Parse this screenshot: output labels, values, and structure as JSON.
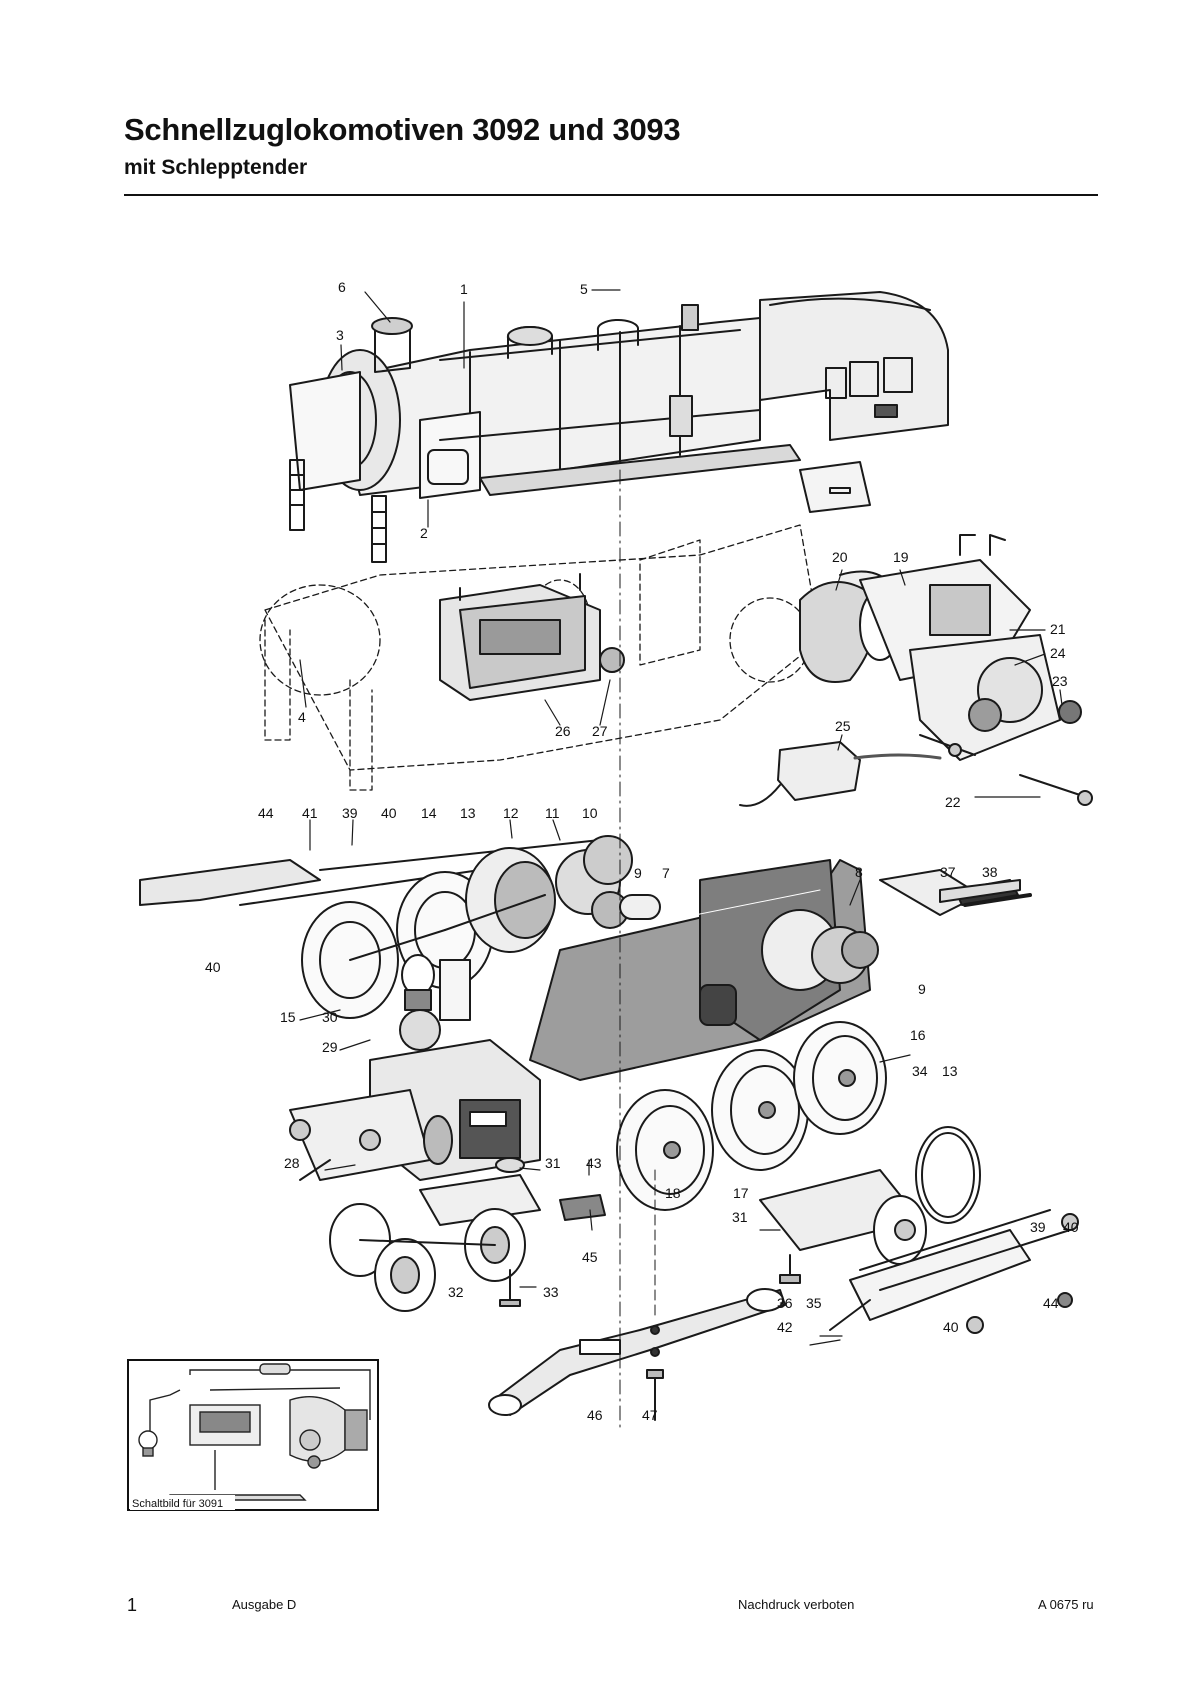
{
  "header": {
    "title": "Schnellzuglokomotiven 3092 und 3093",
    "subtitle": "mit Schlepptender"
  },
  "callouts": [
    "6",
    "1",
    "5",
    "3",
    "2",
    "20",
    "19",
    "21",
    "24",
    "23",
    "4",
    "26",
    "27",
    "25",
    "22",
    "44",
    "41",
    "39",
    "40",
    "14",
    "13",
    "12",
    "11",
    "10",
    "9",
    "7",
    "8",
    "37",
    "38",
    "40",
    "15",
    "30",
    "29",
    "16",
    "34",
    "13",
    "28",
    "31",
    "43",
    "18",
    "17",
    "31",
    "39",
    "40",
    "45",
    "32",
    "33",
    "36",
    "35",
    "42",
    "44",
    "40",
    "46",
    "47",
    "9"
  ],
  "inset": {
    "label": "Schaltbild für 3091"
  },
  "footer": {
    "page_number": "1",
    "edition": "Ausgabe D",
    "notice": "Nachdruck verboten",
    "code": "A 0675 ru"
  }
}
